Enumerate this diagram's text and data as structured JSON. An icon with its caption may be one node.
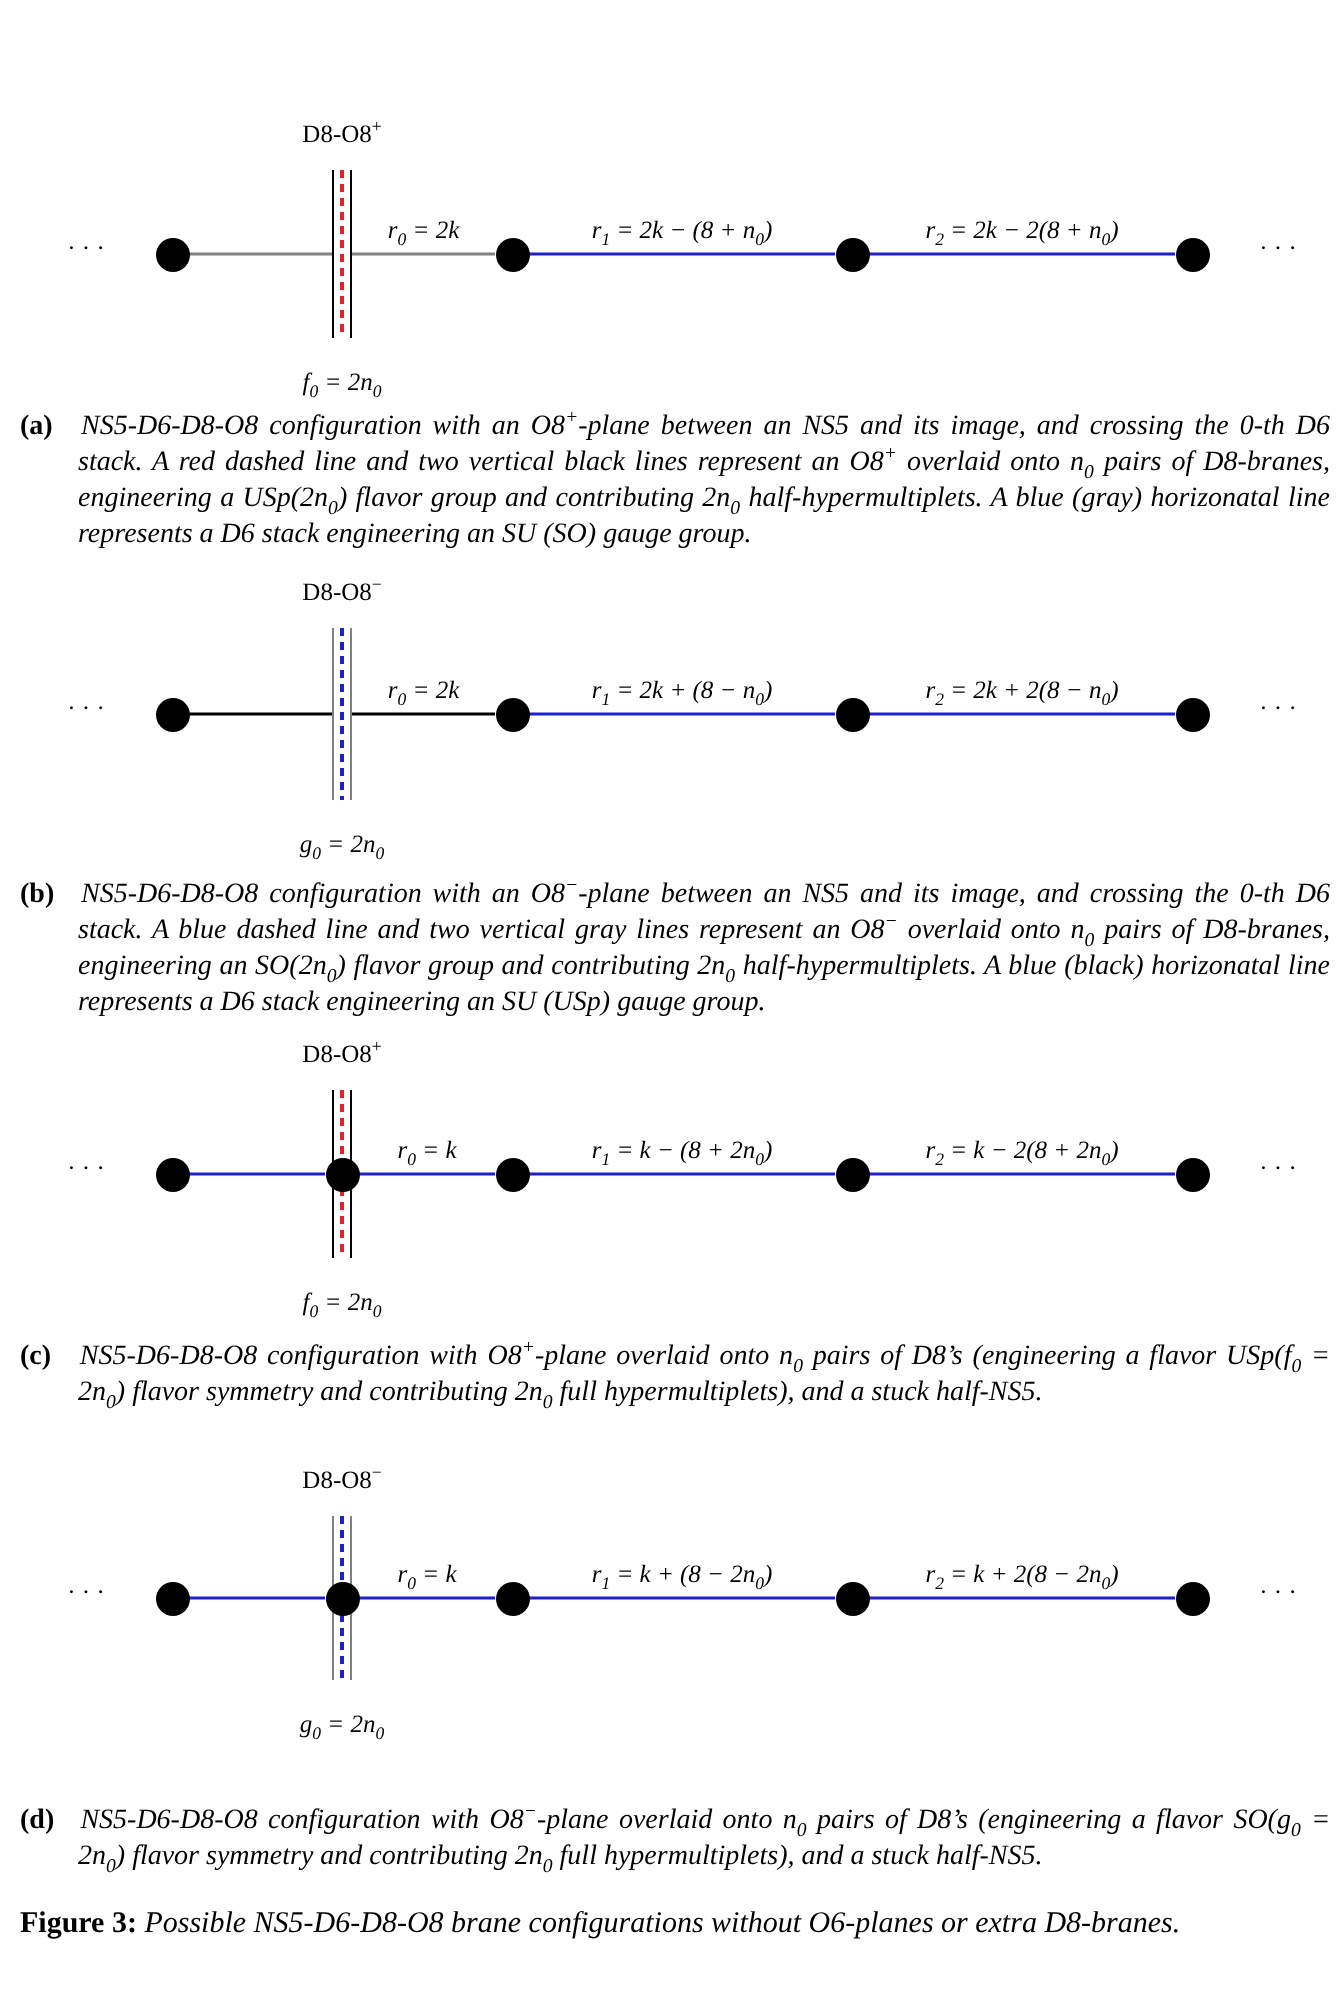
{
  "diagram": {
    "caption": "**Figure 3:** Possible NS5-D6-D8-O8 brane configurations without O6-planes or extra D8-branes.",
    "nodes": [
      {
        "text": [],
        "shape": "circle"
      },
      {
        "text": [
          "D8-O8$^{+}$"
        ],
        "beside": [
          "f$_{0}$ = 2n$_{0}$"
        ]
      },
      {
        "text": [],
        "shape": "circle"
      },
      {
        "text": [],
        "shape": "circle"
      },
      {
        "text": [],
        "shape": "circle"
      },
      {
        "text": [],
        "shape": "circle"
      },
      {
        "text": [
          "D8-O8$^{−}$"
        ],
        "beside": [
          "g$_{0}$ = 2n$_{0}$"
        ]
      },
      {
        "text": [],
        "shape": "circle"
      },
      {
        "text": [],
        "shape": "circle"
      },
      {
        "text": [],
        "shape": "circle"
      },
      {
        "text": [],
        "shape": "circle"
      },
      {
        "text": [
          "D8-O8$^{+}$"
        ],
        "beside": [
          "f$_{0}$ = 2n$_{0}$"
        ]
      },
      {
        "text": [],
        "shape": "circle"
      },
      {
        "text": [],
        "shape": "circle"
      },
      {
        "text": [],
        "shape": "circle"
      },
      {
        "text": [],
        "shape": "circle"
      },
      {
        "text": [],
        "shape": "circle"
      },
      {
        "text": [
          "D8-O8$^{−}$"
        ],
        "beside": [
          "g$_{0}$ = 2n$_{0}$"
        ]
      },
      {
        "text": [],
        "shape": "circle"
      },
      {
        "text": [],
        "shape": "circle"
      },
      {
        "text": [],
        "shape": "circle"
      },
      {
        "text": [],
        "shape": "circle"
      }
    ],
    "edges": [
      {
        "from": 0,
        "to": 1,
        "arrow": "none",
        "color": "#808080"
      },
      {
        "from": 1,
        "to": 2,
        "arrow": "none",
        "label": "r$_{0}$ = 2k",
        "color": "#808080"
      },
      {
        "from": 2,
        "to": 3,
        "arrow": "none",
        "label": "r$_{1}$ = 2k − (8 + n$_{0}$)"
      },
      {
        "from": 3,
        "to": 4,
        "arrow": "none",
        "label": "r$_{2}$ = 2k − 2(8 + n$_{0}$)"
      },
      {
        "from": 5,
        "to": 6,
        "arrow": "none",
        "color": "#000000"
      },
      {
        "from": 6,
        "to": 7,
        "arrow": "none",
        "label": "r$_{0}$ = 2k",
        "color": "#000000"
      },
      {
        "from": 7,
        "to": 8,
        "arrow": "none",
        "label": "r$_{1}$ = 2k + (8 − n$_{0}$)"
      },
      {
        "from": 8,
        "to": 9,
        "arrow": "none",
        "label": "r$_{2}$ = 2k + 2(8 − n$_{0}$)"
      },
      {
        "from": 10,
        "to": 12,
        "arrow": "none"
      },
      {
        "from": 12,
        "to": 13,
        "arrow": "none",
        "label": "r$_{0}$ = k"
      },
      {
        "from": 13,
        "to": 14,
        "arrow": "none",
        "label": "r$_{1}$ = k − (8 + 2n$_{0}$)"
      },
      {
        "from": 14,
        "to": 15,
        "arrow": "none",
        "label": "r$_{2}$ = k − 2(8 + 2n$_{0}$)"
      },
      {
        "from": 16,
        "to": 18,
        "arrow": "none"
      },
      {
        "from": 18,
        "to": 19,
        "arrow": "none",
        "label": "r$_{0}$ = k"
      },
      {
        "from": 19,
        "to": 20,
        "arrow": "none",
        "label": "r$_{1}$ = k + (8 − 2n$_{0}$)"
      },
      {
        "from": 20,
        "to": 21,
        "arrow": "none",
        "label": "r$_{2}$ = k + 2(8 − 2n$_{0}$)"
      }
    ],
    "labels": [
      "· · ·",
      "· · ·",
      "**(a)** NS5-D6-D8-O8 configuration with an O8$^{+}$-plane between an NS5 and its image, and crossing the 0-th D6 stack. A red dashed line and two vertical black lines represent an O8$^{+}$ overlaid onto n$_{0}$ pairs of D8-branes, engineering a USp(2n$_{0}$) flavor group and contributing 2n$_{0}$ half-hypermultiplets. A blue (gray) horizonatal line represents a D6 stack engineering an SU (SO) gauge group.",
      "· · ·",
      "· · ·",
      "**(b)** NS5-D6-D8-O8 configuration with an O8$^{−}$-plane between an NS5 and its image, and crossing the 0-th D6 stack. A blue dashed line and two vertical gray lines represent an O8$^{−}$ overlaid onto n$_{0}$ pairs of D8-branes, engineering an SO(2n$_{0}$) flavor group and contributing 2n$_{0}$ half-hypermultiplets. A blue (black) horizonatal line represents a D6 stack engineering an SU (USp) gauge group.",
      "· · ·",
      "· · ·",
      "**(c)** NS5-D6-D8-O8 configuration with O8$^{+}$-plane overlaid onto n$_{0}$ pairs of D8’s (engineering a flavor USp(f$_{0}$ = 2n$_{0}$) flavor symmetry and contributing 2n$_{0}$ full hypermultiplets), and a stuck half-NS5.",
      "· · ·",
      "· · ·",
      "**(d)** NS5-D6-D8-O8 configuration with O8$^{−}$-plane overlaid onto n$_{0}$ pairs of D8’s (engineering a flavor SO(g$_{0}$ = 2n$_{0}$) flavor symmetry and contributing 2n$_{0}$ full hypermultiplets), and a stuck half-NS5."
    ]
  }
}
